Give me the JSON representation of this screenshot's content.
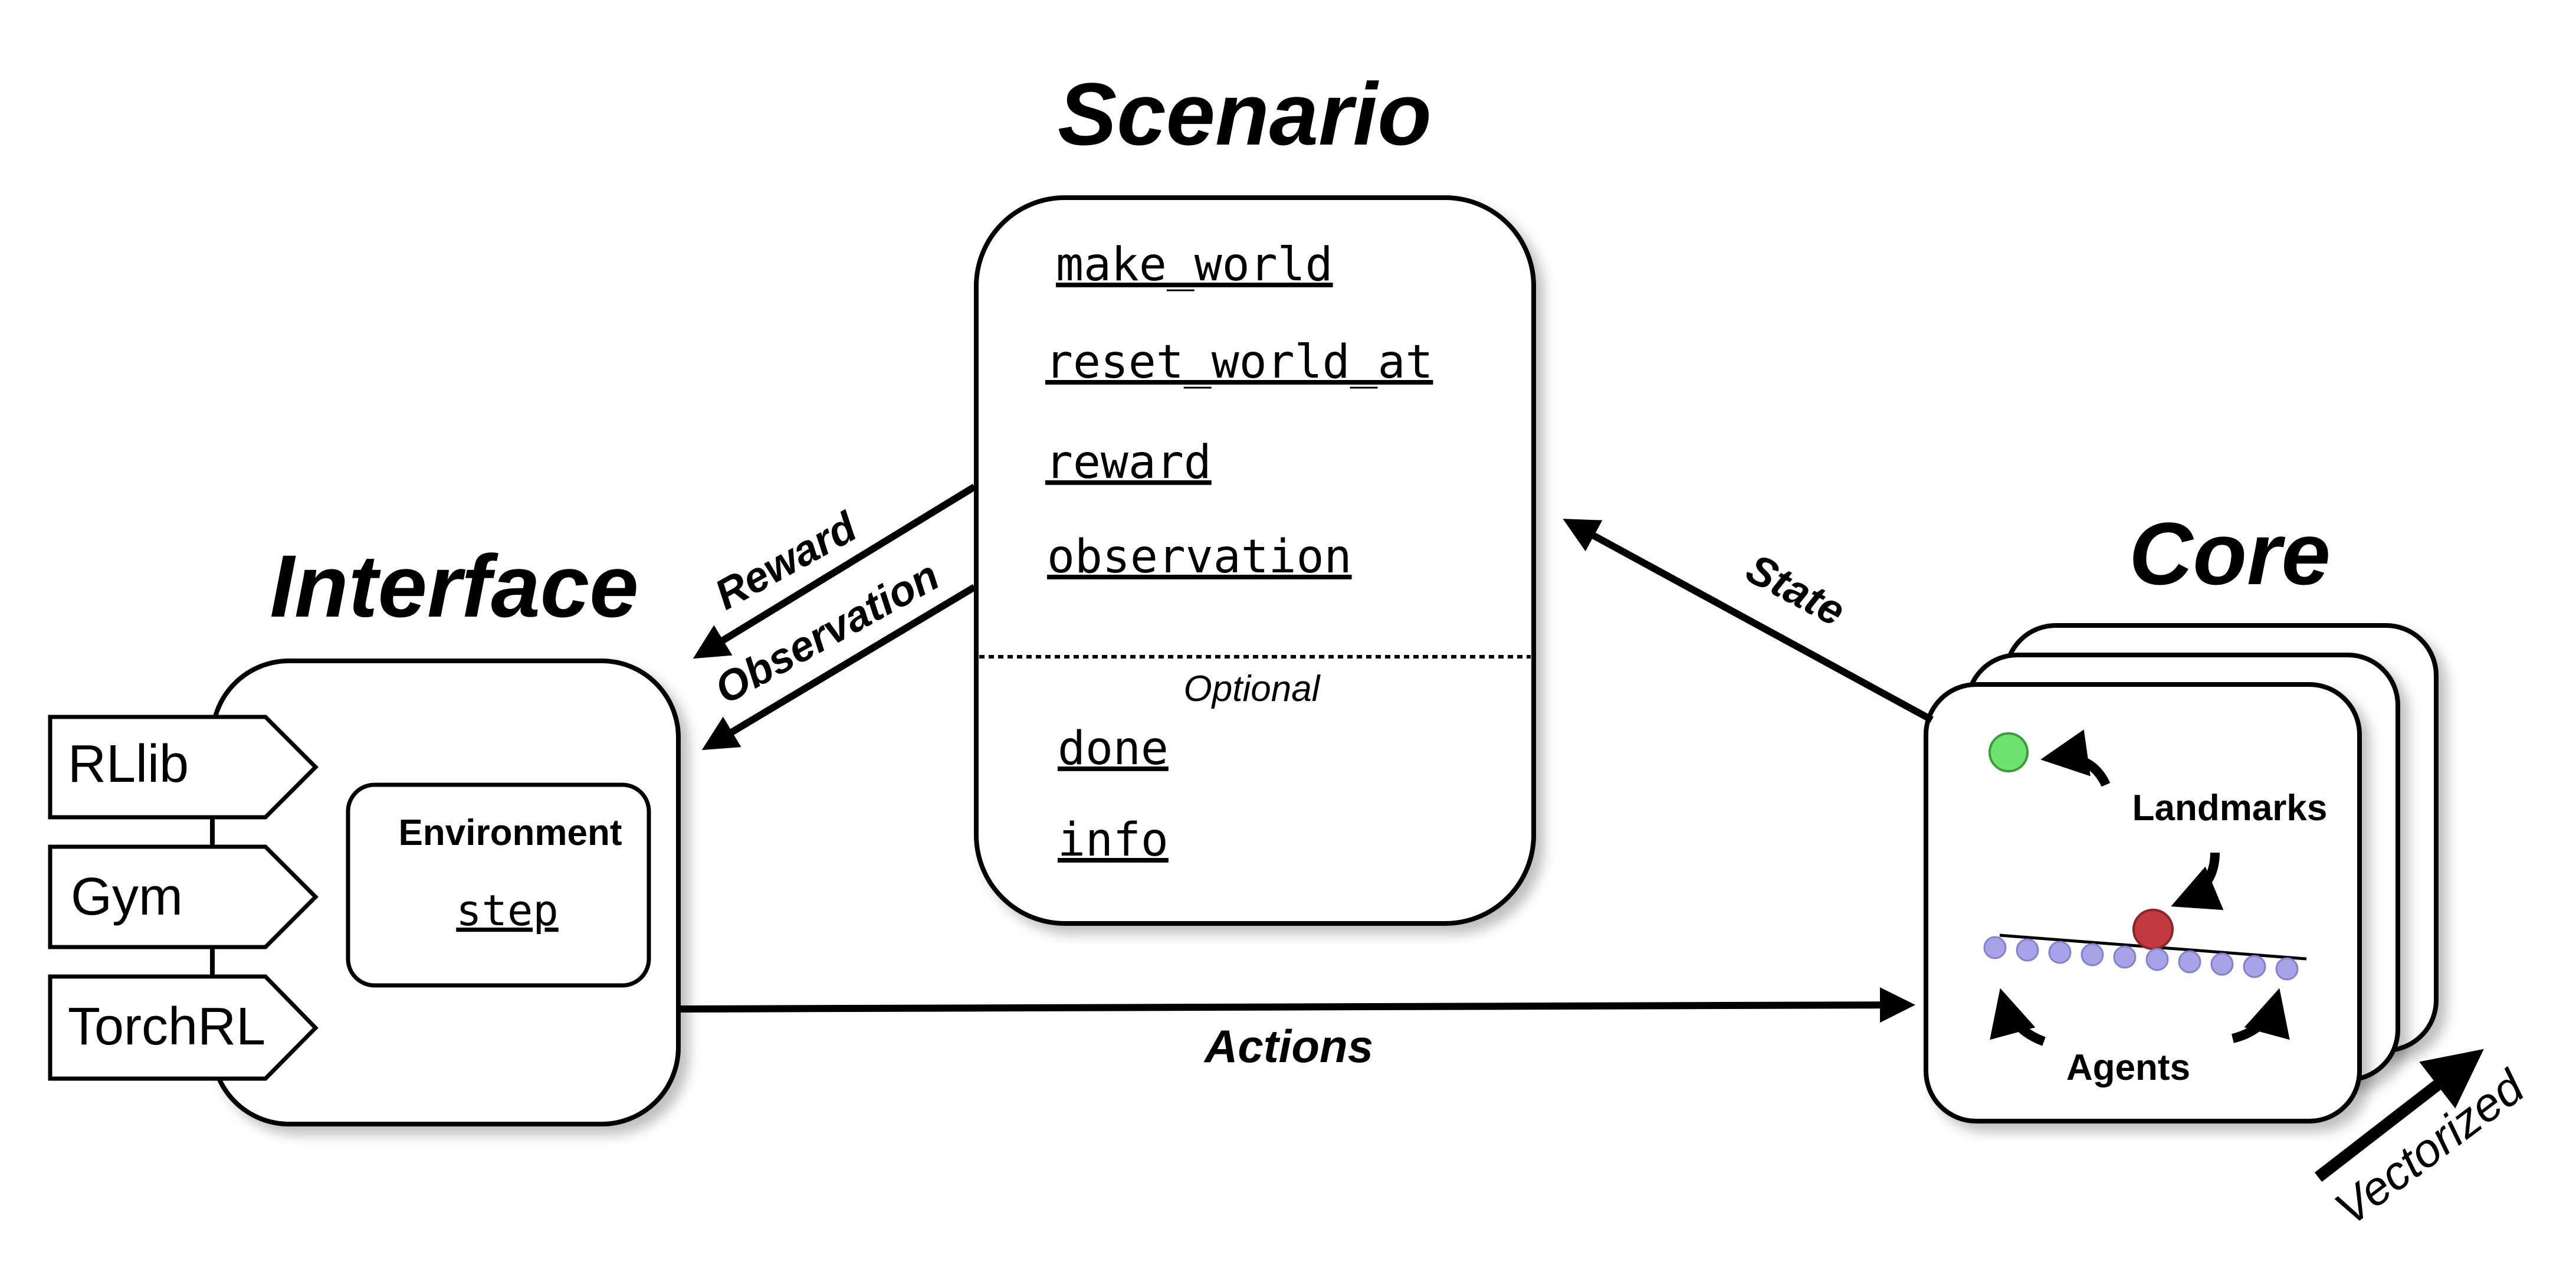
{
  "scenario": {
    "title": "Scenario",
    "functions": [
      "make_world",
      "reset_world_at",
      "reward",
      "observation"
    ],
    "optional_label": "Optional",
    "optional_functions": [
      "done",
      "info"
    ]
  },
  "interface": {
    "title": "Interface",
    "wrappers": [
      "RLlib",
      "Gym",
      "TorchRL"
    ],
    "environment": {
      "label": "Environment",
      "method": "step"
    }
  },
  "core": {
    "title": "Core",
    "landmarks_label": "Landmarks",
    "agents_label": "Agents",
    "vectorized_label": "Vectorized",
    "colors": {
      "goal_landmark": "#6fe36f",
      "obstacle_landmark": "#c23a3f",
      "agents": "#a7a3e8"
    }
  },
  "arrows": {
    "reward_label": "Reward",
    "observation_label": "Observation",
    "state_label": "State",
    "actions_label": "Actions"
  }
}
